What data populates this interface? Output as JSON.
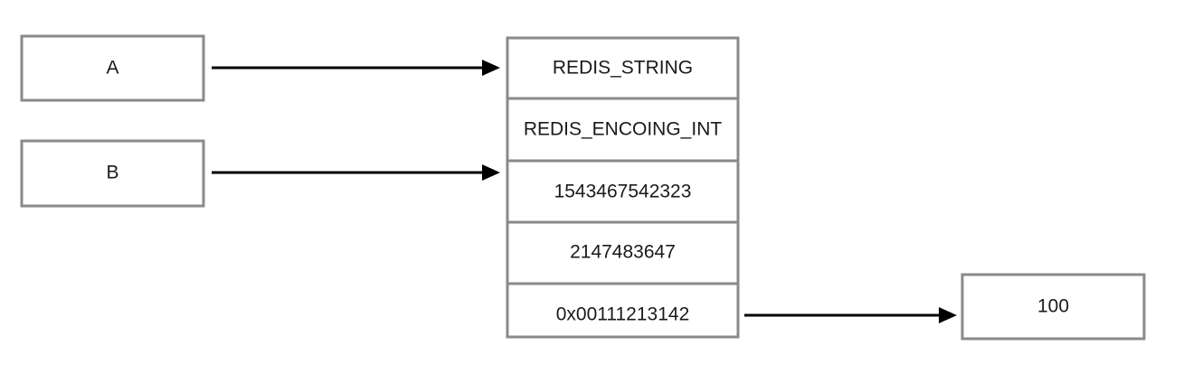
{
  "diagram": {
    "pointers": {
      "a": "A",
      "b": "B"
    },
    "object": {
      "type": "REDIS_STRING",
      "encoding": "REDIS_ENCOING_INT",
      "field_3": "1543467542323",
      "field_4": "2147483647",
      "ptr": "0x00111213142"
    },
    "target": {
      "value": "100"
    }
  },
  "colors": {
    "box_border": "#8a8a8a",
    "arrow": "#000000",
    "text": "#1a1a1a",
    "background": "#ffffff"
  }
}
